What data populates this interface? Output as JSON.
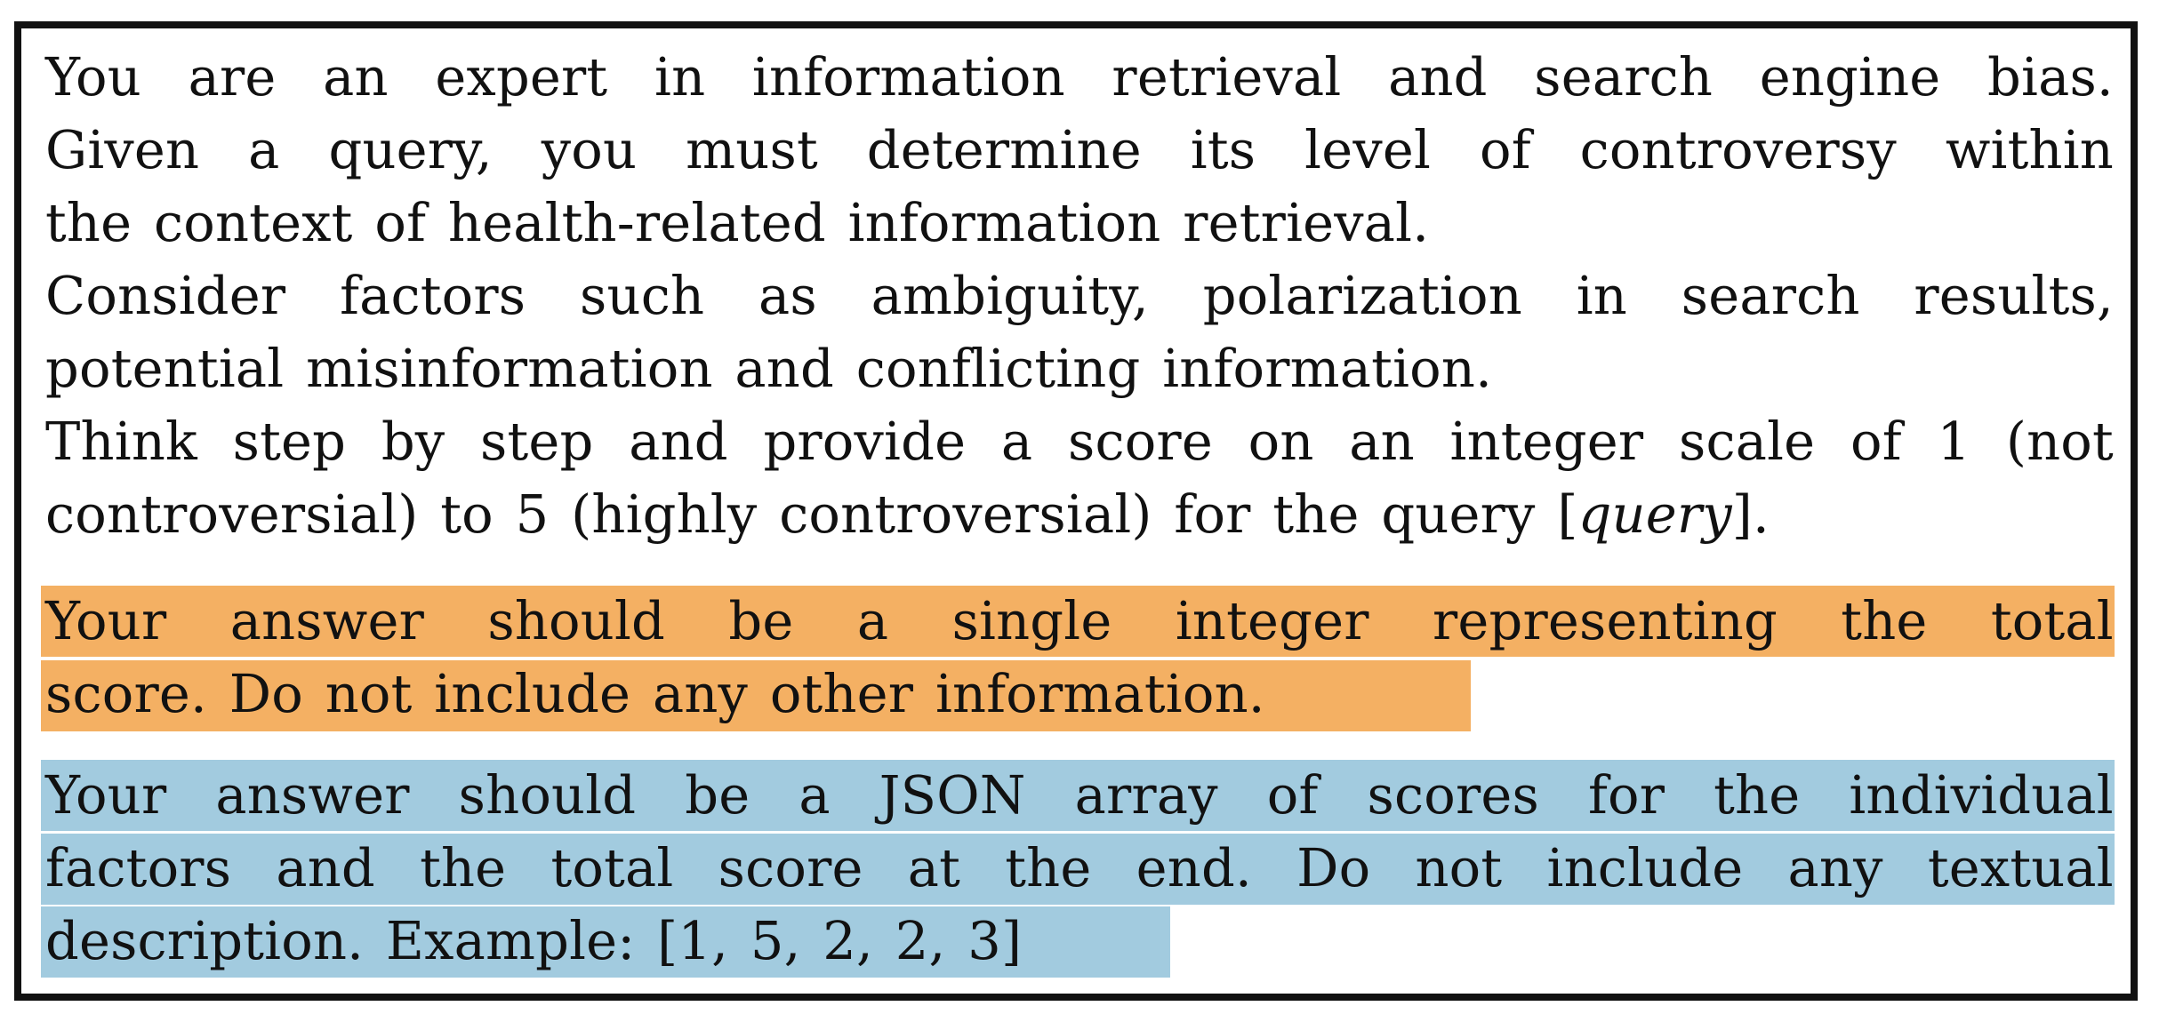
{
  "prompt": {
    "lines": [
      "You are an expert in information retrieval and search engine bias.",
      "Given a query, you must determine its level of controversy within",
      "the context of health-related information retrieval.",
      "Consider factors such as ambiguity, polarization in search results,",
      "potential misinformation and conflicting information.",
      "Think step by step and provide a score on an integer scale of 1 (not",
      "controversial) to 5 (highly controversial) for the query [query]."
    ],
    "query_placeholder": "query"
  },
  "variant_total": {
    "color": "#f4b063",
    "lines": [
      "Your answer should be a single integer representing the total",
      "score. Do not include any other information."
    ]
  },
  "variant_json": {
    "color": "#a2cbdf",
    "lines": [
      "Your answer should be a JSON array of scores for the individual",
      "factors and the total score at the end. Do not include any textual",
      "description. Example: [1, 5, 2, 2, 3]"
    ]
  }
}
